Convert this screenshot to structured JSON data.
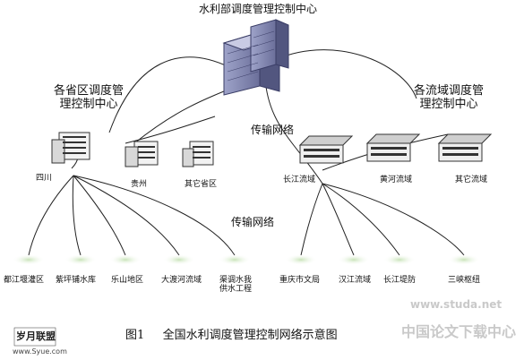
{
  "title": "水利部调度管理控制中心",
  "provincial_center": {
    "line1": "各省区调度管",
    "line2": "理控制中心"
  },
  "basin_center": {
    "line1": "各流域调度管",
    "line2": "理控制中心"
  },
  "network_label_upper": "传输网络",
  "network_label_lower": "传输网络",
  "provinces": [
    "四川",
    "贵州",
    "其它省区"
  ],
  "basins": [
    "长江流域",
    "黄河流域",
    "其它流域"
  ],
  "sichuan_sites": [
    "都江堰灌区",
    "紫坪铺水库",
    "乐山地区",
    "大渡河流域",
    "渠调水我",
    "供水工程"
  ],
  "changjiang_sites": [
    "重庆市文局",
    "汉江流域",
    "长江堤防",
    "三峡枢纽"
  ],
  "caption": {
    "fig": "图1",
    "text": "全国水利调度管理控制网络示意图"
  },
  "watermark": {
    "left_name": "岁月联盟",
    "left_url": "www.Syue.com",
    "right_url": "www.studa.net",
    "right_name": "中国论文下载中心"
  }
}
